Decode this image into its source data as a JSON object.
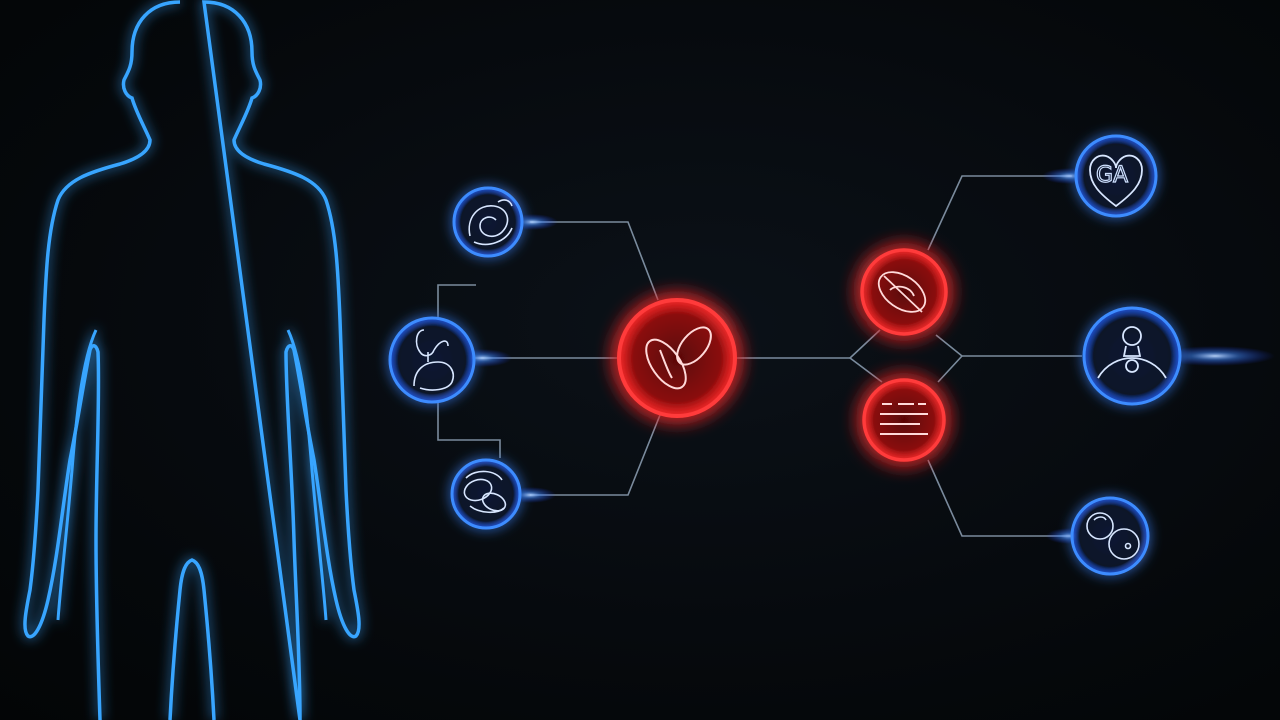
{
  "diagram": {
    "figure": "human-body-silhouette",
    "colors": {
      "background": "#05080b",
      "silhouette": "#3aa8ff",
      "blue_node": "#2f7bff",
      "blue_glow": "#4f9dff",
      "red_node": "#ff2a2a",
      "red_glow": "#ff3b3b",
      "connector": "#8fa3b8",
      "glyph": "#d8e6ff"
    },
    "nodes": [
      {
        "id": "blood-cell-top-left",
        "kind": "blue",
        "icon": "cell-swirl"
      },
      {
        "id": "blood-cell-mid-left",
        "kind": "blue",
        "icon": "organ-figure"
      },
      {
        "id": "blood-cell-bottom-left",
        "kind": "blue",
        "icon": "cell-cluster"
      },
      {
        "id": "red-blood-cell-center",
        "kind": "red",
        "icon": "red-blood-cells"
      },
      {
        "id": "red-node-upper",
        "kind": "red",
        "icon": "cell-slash"
      },
      {
        "id": "red-node-lower",
        "kind": "red",
        "icon": "text-lines"
      },
      {
        "id": "heart-node",
        "kind": "blue",
        "icon": "heart-with-glyphs",
        "glyph_text": "GA"
      },
      {
        "id": "person-node",
        "kind": "blue",
        "icon": "person-figure"
      },
      {
        "id": "cell-node-bottom-right",
        "kind": "blue",
        "icon": "divided-cell"
      }
    ]
  }
}
